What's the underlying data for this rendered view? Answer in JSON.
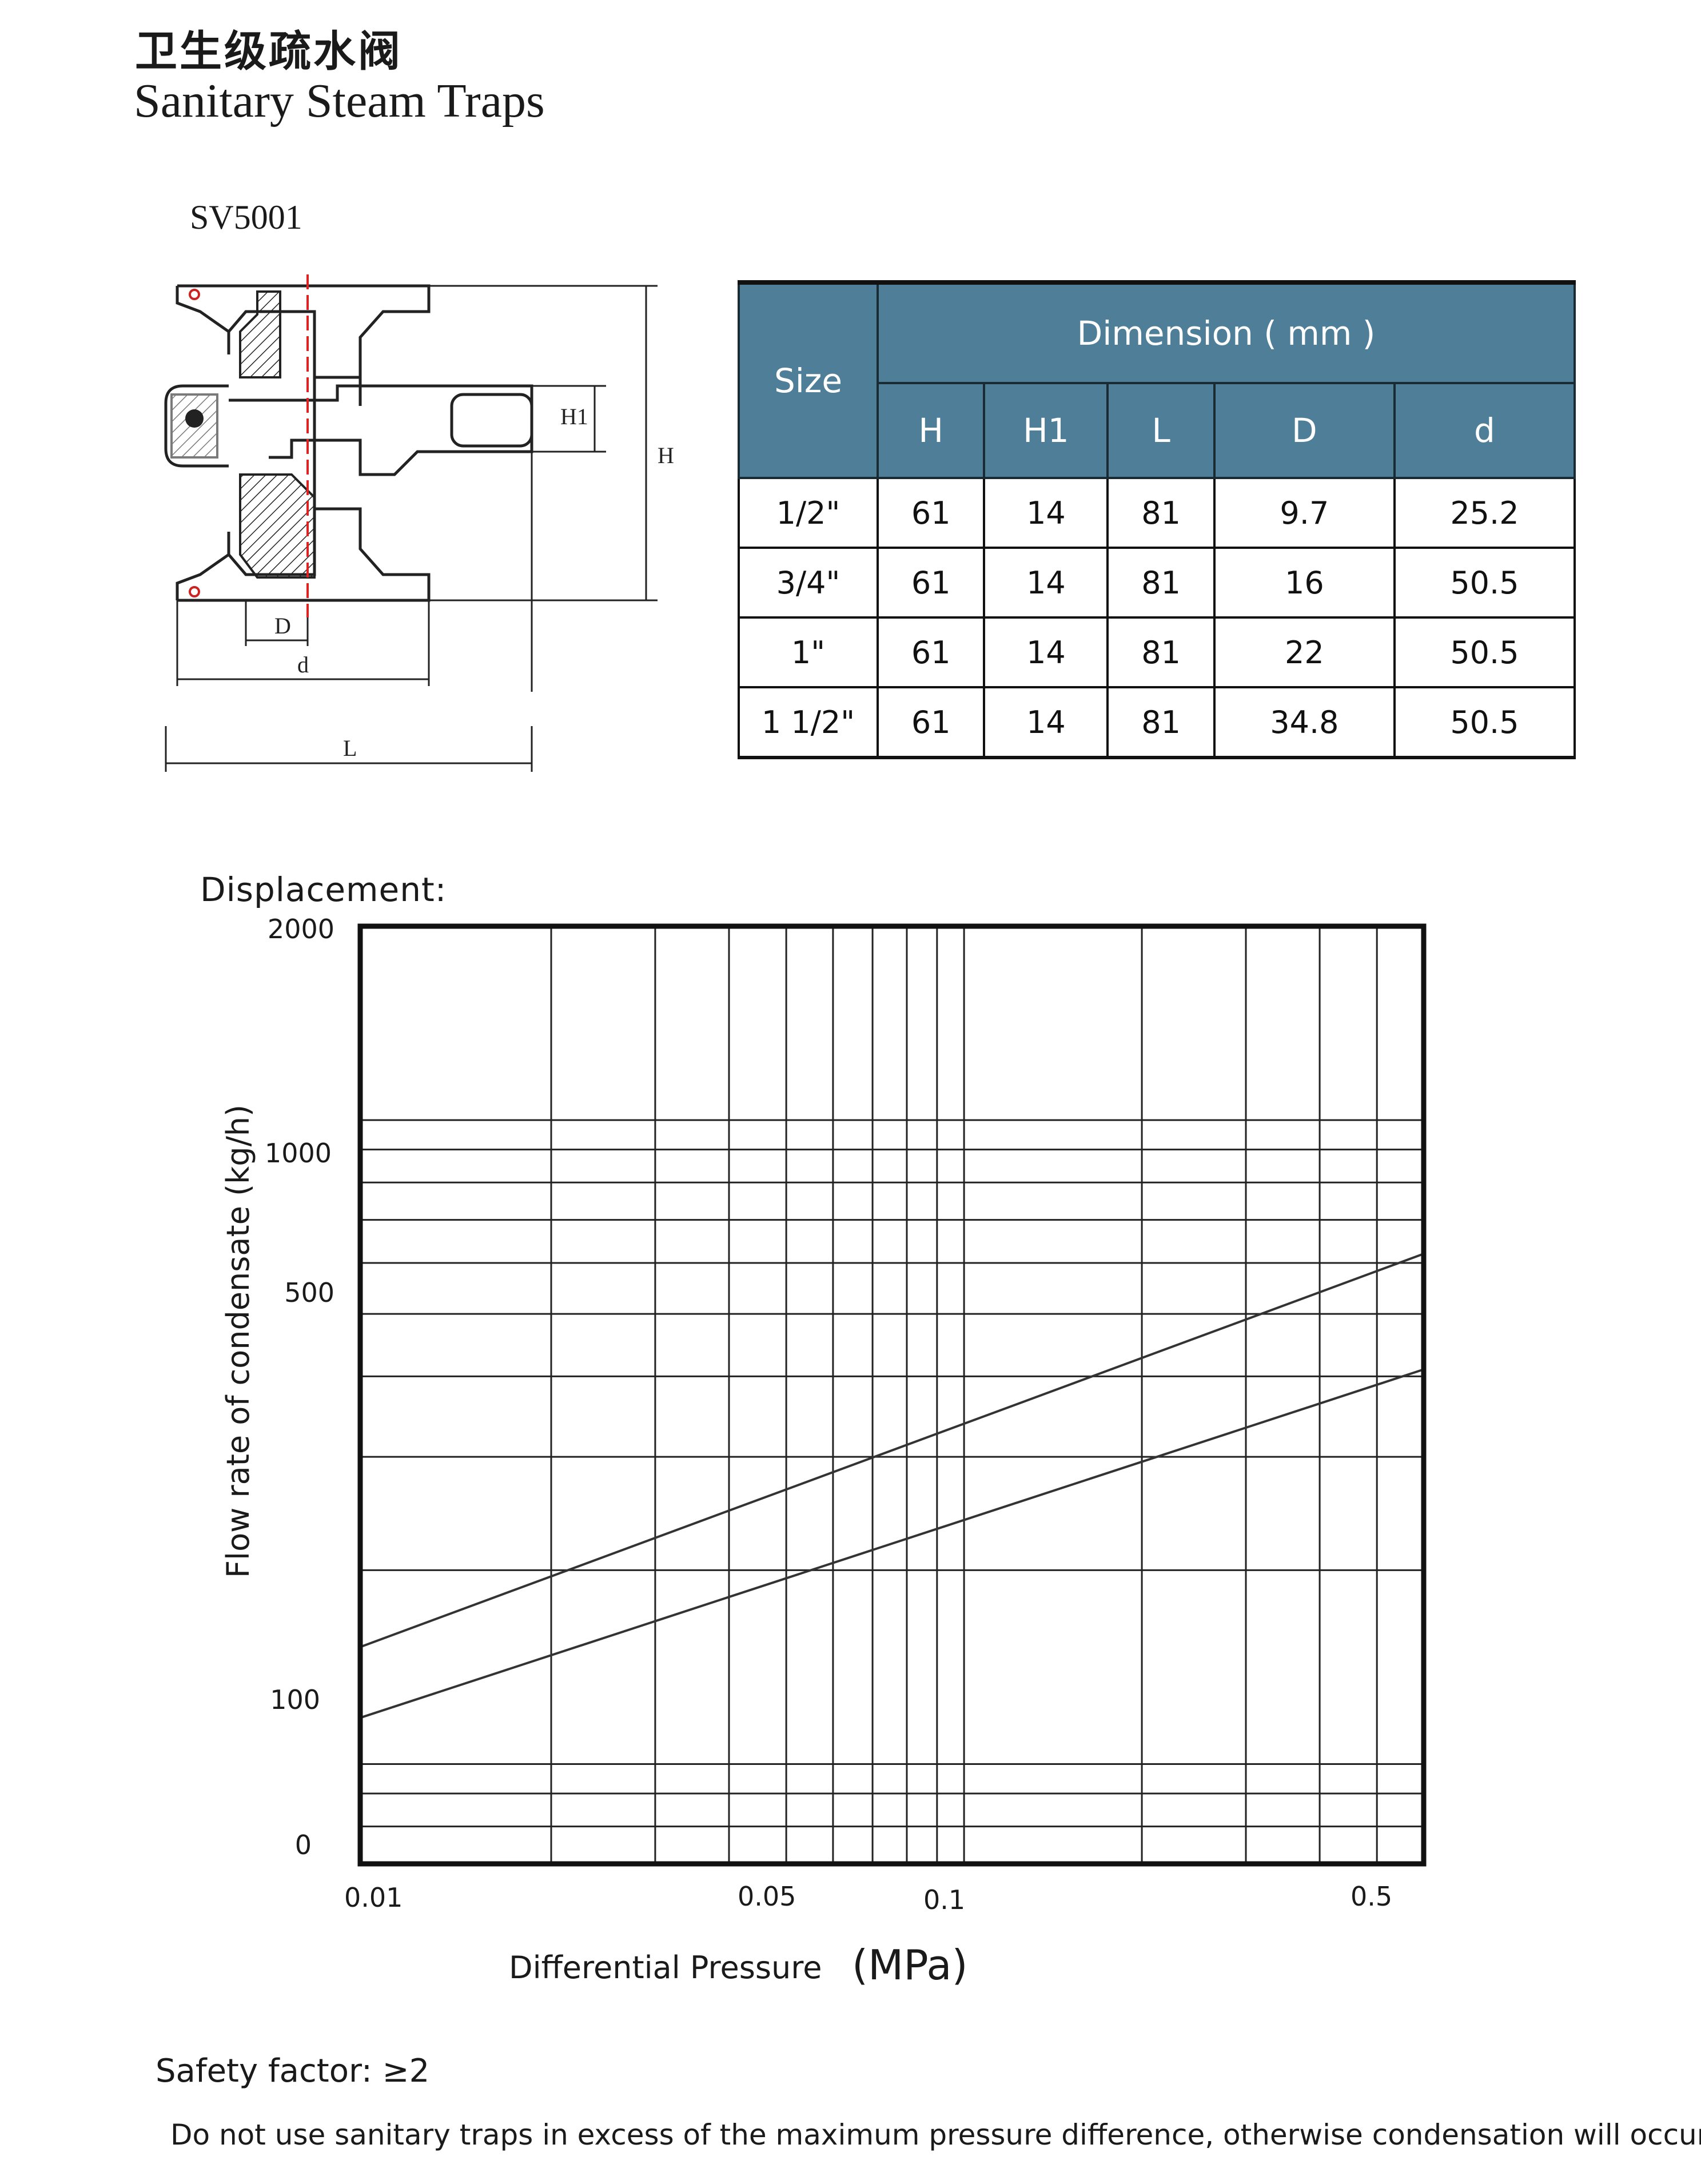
{
  "header": {
    "title_cn": "卫生级疏水阀",
    "title_en": "Sanitary Steam Traps"
  },
  "drawing": {
    "model": "SV5001",
    "labels": {
      "H": "H",
      "H1": "H1",
      "D": "D",
      "d": "d",
      "L": "L"
    }
  },
  "dimension_table": {
    "size_header": "Size",
    "group_header": "Dimension ( mm )",
    "columns": [
      "H",
      "H1",
      "L",
      "D",
      "d"
    ],
    "rows": [
      [
        "1/2\"",
        "61",
        "14",
        "81",
        "9.7",
        "25.2"
      ],
      [
        "3/4\"",
        "61",
        "14",
        "81",
        "16",
        "50.5"
      ],
      [
        "1\"",
        "61",
        "14",
        "81",
        "22",
        "50.5"
      ],
      [
        "1 1/2\"",
        "61",
        "14",
        "81",
        "34.8",
        "50.5"
      ]
    ]
  },
  "displacement_label": "Displacement:",
  "chart_data": {
    "type": "line",
    "title": "",
    "xlabel": "Differential Pressure",
    "xunit": "(MPa)",
    "ylabel": "Flow rate of condensate  (kg/h)",
    "x_scale": "log",
    "y_scale": "log",
    "xlim": [
      0.0095,
      0.6
    ],
    "ylim": [
      0,
      2000
    ],
    "x_ticks": [
      "0.01",
      "0.05",
      "0.1",
      "0.5"
    ],
    "y_ticks": [
      "2000",
      "1000",
      "500",
      "100",
      "0"
    ],
    "grid": true,
    "series": [
      {
        "x": [
          0.0095,
          0.6
        ],
        "y": [
          152,
          620
        ]
      },
      {
        "x": [
          0.0095,
          0.6
        ],
        "y": [
          118,
          410
        ]
      }
    ]
  },
  "footer": {
    "safety_factor": "Safety factor: ≥2",
    "note": "Do not use sanitary traps in excess of the maximum pressure difference, otherwise condensation will occur."
  }
}
